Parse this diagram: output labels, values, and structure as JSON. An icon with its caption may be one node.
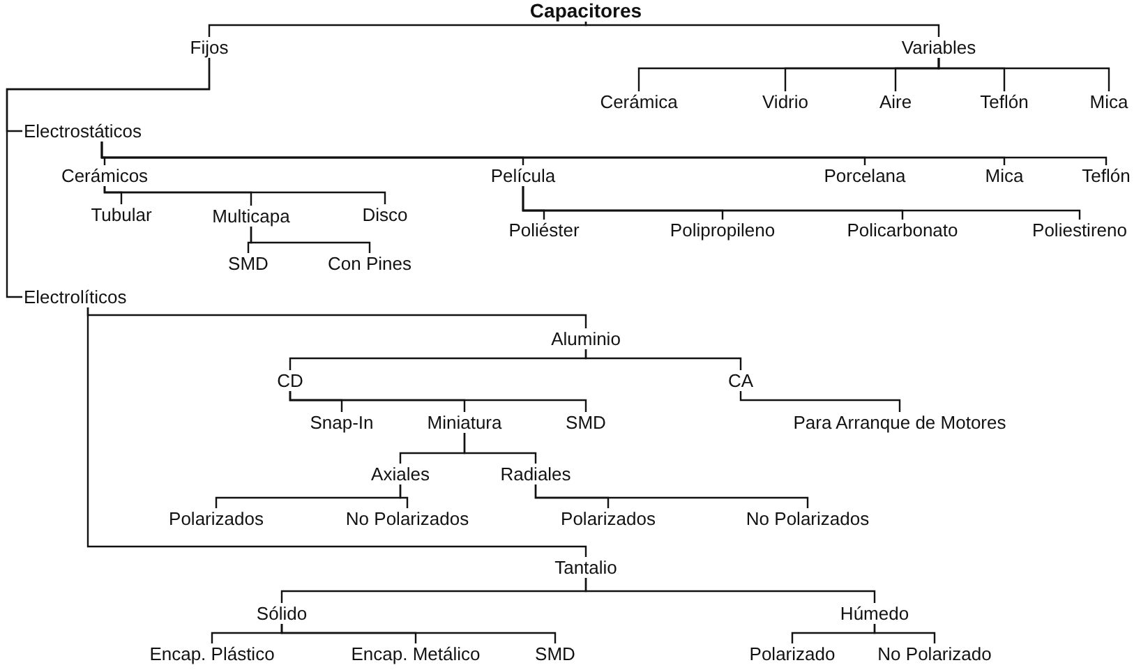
{
  "diagram": {
    "nodes": [
      {
        "text": [
          "Capacitores"
        ]
      },
      {
        "text": [
          "Fijos"
        ]
      },
      {
        "text": [
          "Variables"
        ]
      },
      {
        "text": [
          "Cerámica"
        ]
      },
      {
        "text": [
          "Vidrio"
        ]
      },
      {
        "text": [
          "Aire"
        ]
      },
      {
        "text": [
          "Teflón"
        ]
      },
      {
        "text": [
          "Mica"
        ]
      },
      {
        "text": [
          "Electrostáticos"
        ]
      },
      {
        "text": [
          "Cerámicos"
        ]
      },
      {
        "text": [
          "Película"
        ]
      },
      {
        "text": [
          "Porcelana"
        ]
      },
      {
        "text": [
          "Mica"
        ]
      },
      {
        "text": [
          "Teflón"
        ]
      },
      {
        "text": [
          "Tubular"
        ]
      },
      {
        "text": [
          "Multicapa"
        ]
      },
      {
        "text": [
          "Disco"
        ]
      },
      {
        "text": [
          "SMD"
        ]
      },
      {
        "text": [
          "Con Pines"
        ]
      },
      {
        "text": [
          "Poliéster"
        ]
      },
      {
        "text": [
          "Polipropileno"
        ]
      },
      {
        "text": [
          "Policarbonato"
        ]
      },
      {
        "text": [
          "Poliestireno"
        ]
      },
      {
        "text": [
          "Electrolíticos"
        ]
      },
      {
        "text": [
          "Aluminio"
        ]
      },
      {
        "text": [
          "CD"
        ]
      },
      {
        "text": [
          "CA"
        ]
      },
      {
        "text": [
          "Snap-In"
        ]
      },
      {
        "text": [
          "Miniatura"
        ]
      },
      {
        "text": [
          "SMD"
        ]
      },
      {
        "text": [
          "Para Arranque de Motores"
        ]
      },
      {
        "text": [
          "Axiales"
        ]
      },
      {
        "text": [
          "Radiales"
        ]
      },
      {
        "text": [
          "Polarizados"
        ]
      },
      {
        "text": [
          "No Polarizados"
        ]
      },
      {
        "text": [
          "Polarizados"
        ]
      },
      {
        "text": [
          "No Polarizados"
        ]
      },
      {
        "text": [
          "Tantalio"
        ]
      },
      {
        "text": [
          "Sólido"
        ]
      },
      {
        "text": [
          "Húmedo"
        ]
      },
      {
        "text": [
          "Encap. Plástico"
        ]
      },
      {
        "text": [
          "Encap. Metálico"
        ]
      },
      {
        "text": [
          "SMD"
        ]
      },
      {
        "text": [
          "Polarizado"
        ]
      },
      {
        "text": [
          "No Polarizado"
        ]
      }
    ],
    "edges": [
      {
        "from": 0,
        "to": 1,
        "arrow": "none"
      },
      {
        "from": 0,
        "to": 2,
        "arrow": "none"
      },
      {
        "from": 2,
        "to": 3,
        "arrow": "none"
      },
      {
        "from": 2,
        "to": 4,
        "arrow": "none"
      },
      {
        "from": 2,
        "to": 5,
        "arrow": "none"
      },
      {
        "from": 2,
        "to": 6,
        "arrow": "none"
      },
      {
        "from": 2,
        "to": 7,
        "arrow": "none"
      },
      {
        "from": 1,
        "to": 8,
        "arrow": "none"
      },
      {
        "from": 8,
        "to": 9,
        "arrow": "none"
      },
      {
        "from": 8,
        "to": 10,
        "arrow": "none"
      },
      {
        "from": 8,
        "to": 11,
        "arrow": "none"
      },
      {
        "from": 8,
        "to": 12,
        "arrow": "none"
      },
      {
        "from": 8,
        "to": 13,
        "arrow": "none"
      },
      {
        "from": 9,
        "to": 14,
        "arrow": "none"
      },
      {
        "from": 9,
        "to": 15,
        "arrow": "none"
      },
      {
        "from": 9,
        "to": 16,
        "arrow": "none"
      },
      {
        "from": 15,
        "to": 17,
        "arrow": "none"
      },
      {
        "from": 15,
        "to": 18,
        "arrow": "none"
      },
      {
        "from": 10,
        "to": 19,
        "arrow": "none"
      },
      {
        "from": 10,
        "to": 20,
        "arrow": "none"
      },
      {
        "from": 10,
        "to": 21,
        "arrow": "none"
      },
      {
        "from": 10,
        "to": 22,
        "arrow": "none"
      },
      {
        "from": 1,
        "to": 23,
        "arrow": "none"
      },
      {
        "from": 23,
        "to": 24,
        "arrow": "none"
      },
      {
        "from": 24,
        "to": 25,
        "arrow": "none"
      },
      {
        "from": 24,
        "to": 26,
        "arrow": "none"
      },
      {
        "from": 25,
        "to": 27,
        "arrow": "none"
      },
      {
        "from": 25,
        "to": 28,
        "arrow": "none"
      },
      {
        "from": 25,
        "to": 29,
        "arrow": "none"
      },
      {
        "from": 26,
        "to": 30,
        "arrow": "none"
      },
      {
        "from": 28,
        "to": 31,
        "arrow": "none"
      },
      {
        "from": 28,
        "to": 32,
        "arrow": "none"
      },
      {
        "from": 31,
        "to": 33,
        "arrow": "none"
      },
      {
        "from": 31,
        "to": 34,
        "arrow": "none"
      },
      {
        "from": 32,
        "to": 35,
        "arrow": "none"
      },
      {
        "from": 32,
        "to": 36,
        "arrow": "none"
      },
      {
        "from": 23,
        "to": 37,
        "arrow": "none"
      },
      {
        "from": 37,
        "to": 38,
        "arrow": "none"
      },
      {
        "from": 37,
        "to": 39,
        "arrow": "none"
      },
      {
        "from": 38,
        "to": 40,
        "arrow": "none"
      },
      {
        "from": 38,
        "to": 41,
        "arrow": "none"
      },
      {
        "from": 38,
        "to": 42,
        "arrow": "none"
      },
      {
        "from": 39,
        "to": 43,
        "arrow": "none"
      },
      {
        "from": 39,
        "to": 44,
        "arrow": "none"
      }
    ]
  }
}
